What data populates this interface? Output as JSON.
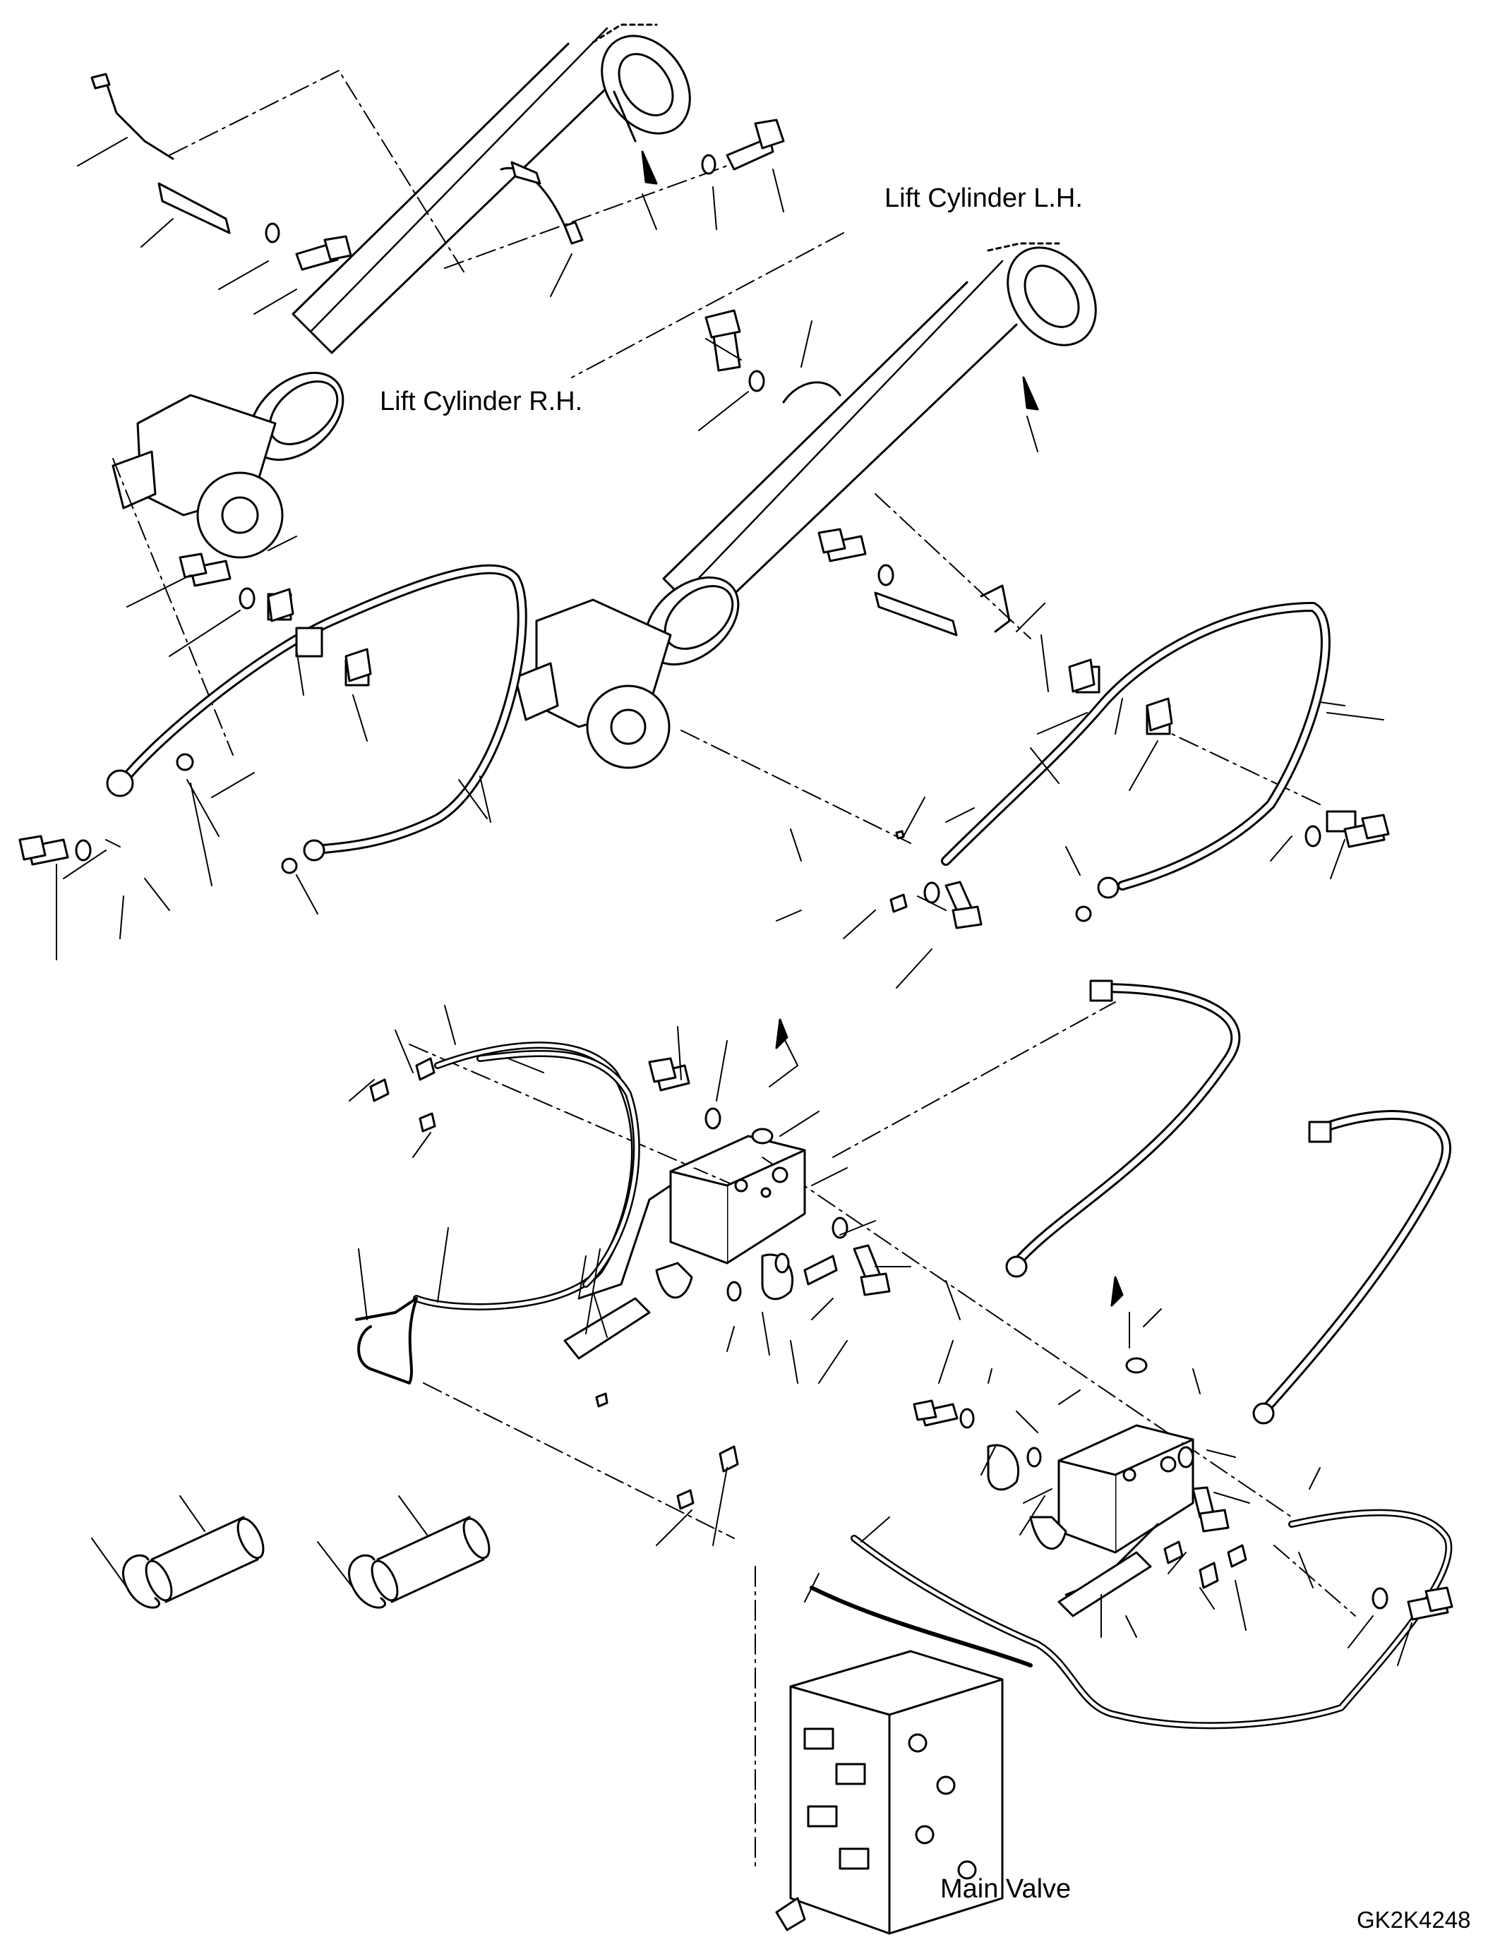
{
  "diagram": {
    "labels": {
      "lift_cylinder_lh": "Lift Cylinder L.H.",
      "lift_cylinder_rh": "Lift Cylinder R.H.",
      "main_valve": "Main Valve",
      "drawing_code": "GK2K4248"
    },
    "colors": {
      "line": "#000000",
      "background": "#ffffff"
    }
  }
}
